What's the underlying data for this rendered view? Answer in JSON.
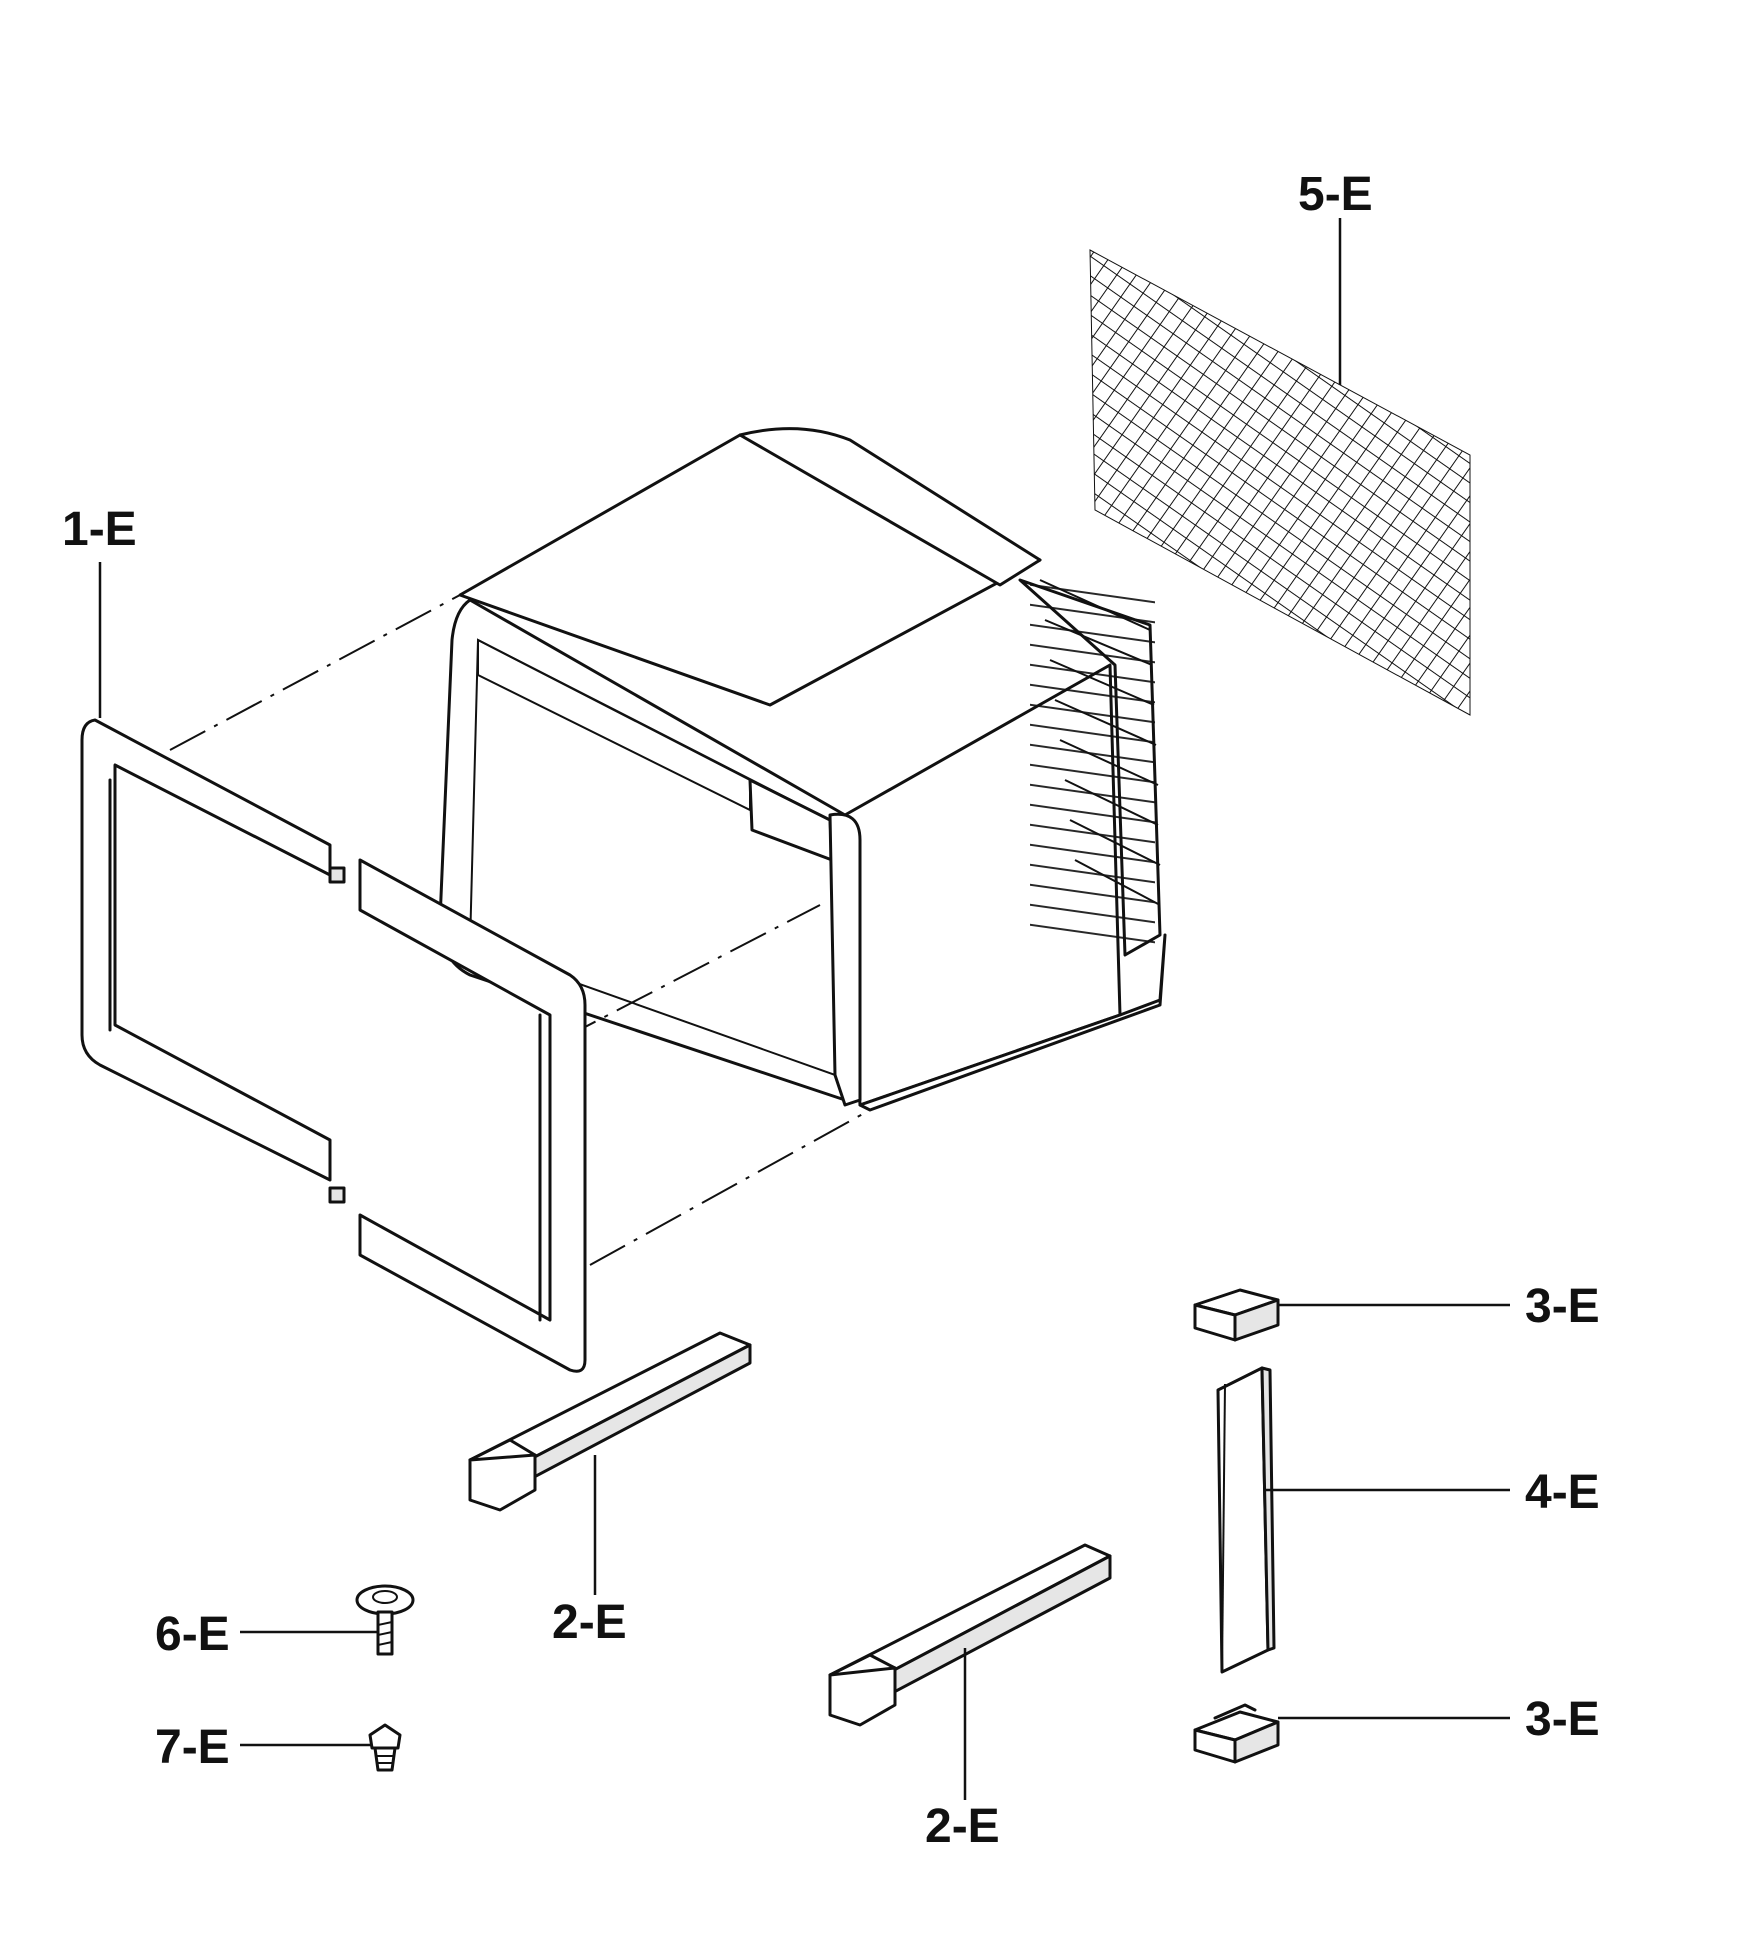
{
  "labels": {
    "frame": "1-E",
    "side_bar_upper": "2-E",
    "side_bar_lower": "2-E",
    "curtain_cap_top": "3-E",
    "curtain_panel": "4-E",
    "curtain_cap_bottom": "3-E",
    "filter_mesh": "5-E",
    "screw": "6-E",
    "fastener": "7-E"
  },
  "colors": {
    "ink": "#111111",
    "paper": "#ffffff"
  }
}
